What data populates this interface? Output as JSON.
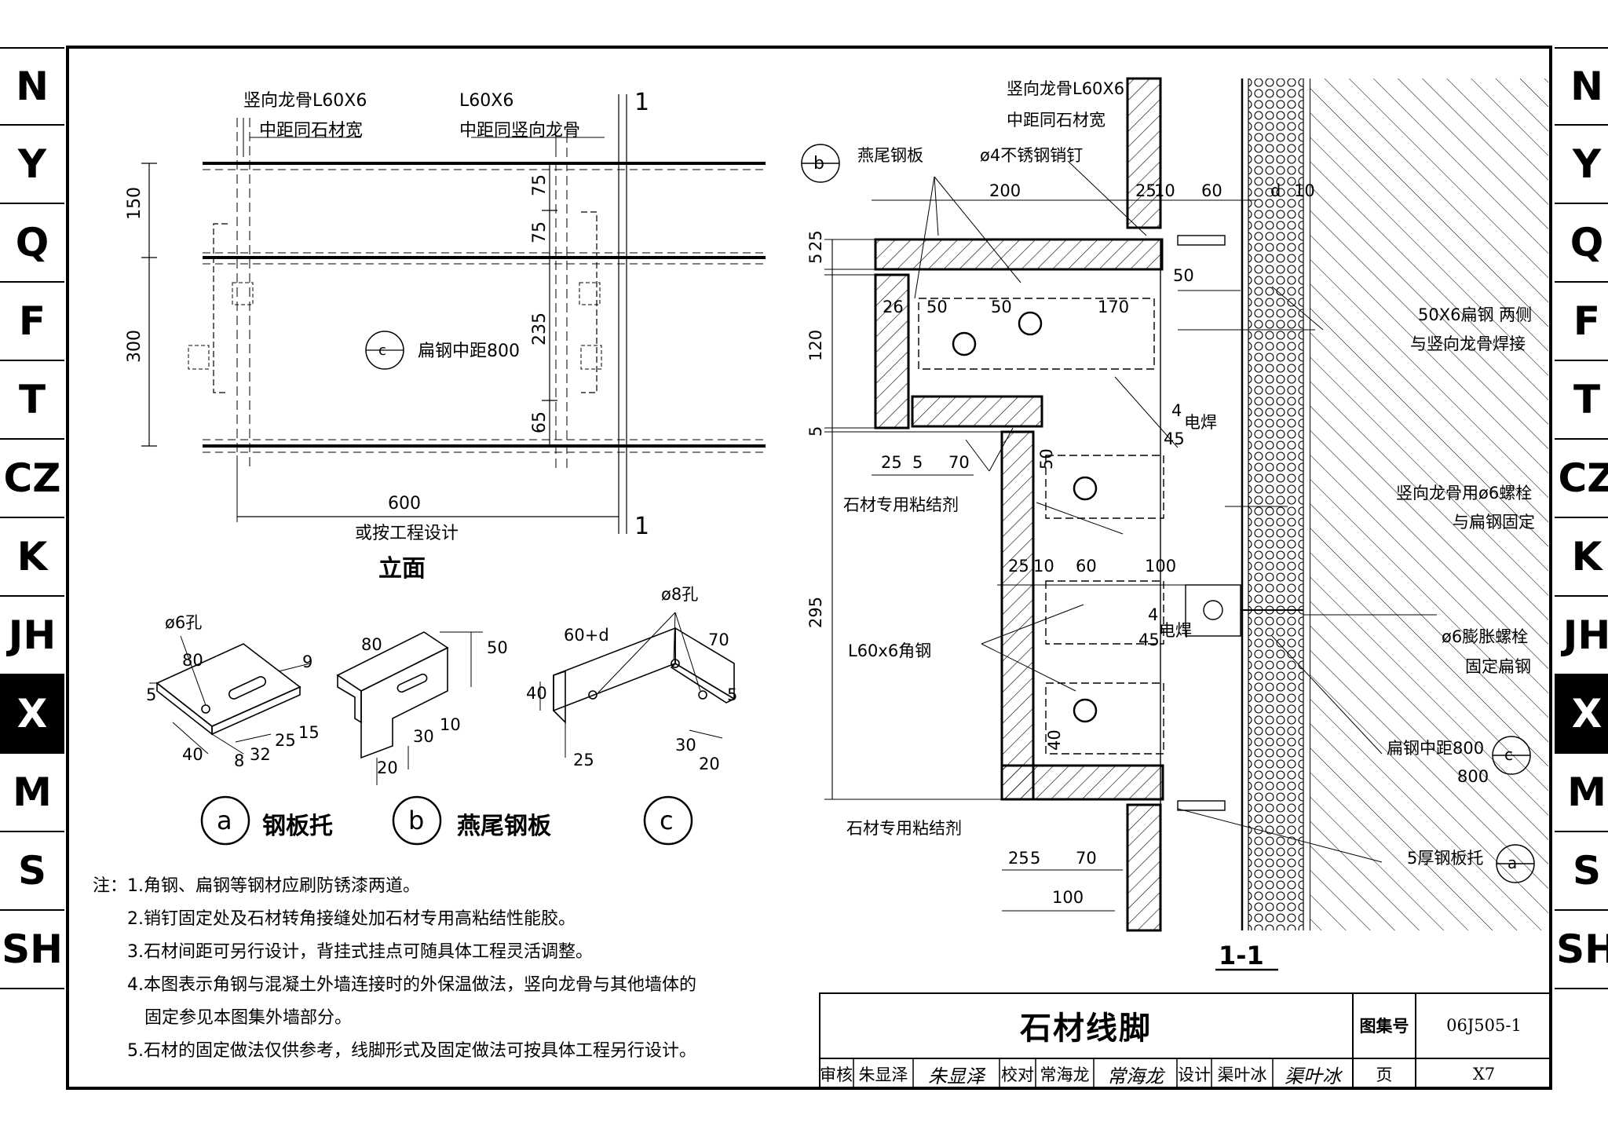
{
  "tabs": {
    "items": [
      "N",
      "Y",
      "Q",
      "F",
      "T",
      "CZ",
      "K",
      "JH",
      "X",
      "M",
      "S",
      "SH"
    ],
    "active": "X"
  },
  "elevation": {
    "label_top_1": "竖向龙骨L60X6",
    "label_top_2": "中距同石材宽",
    "label_top_3": "L60X6",
    "label_top_4": "中距同竖向龙骨",
    "dim_150": "150",
    "dim_300": "300",
    "dim_75a": "75",
    "dim_75b": "75",
    "dim_235": "235",
    "dim_65": "65",
    "dim_600": "600",
    "note_600": "或按工程设计",
    "flat_steel_spacing": "扁钢中距800",
    "callout_c": "c",
    "section_mark": "1",
    "title": "立面"
  },
  "details": {
    "a_hole": "ø6孔",
    "a_80": "80",
    "a_9": "9",
    "a_5": "5",
    "a_40": "40",
    "a_8": "8",
    "a_32": "32",
    "a_25": "25",
    "a_15": "15",
    "b_80": "80",
    "b_50": "50",
    "b_30": "30",
    "b_10": "10",
    "b_20": "20",
    "c_hole": "ø8孔",
    "c_60d": "60+d",
    "c_70": "70",
    "c_40": "40",
    "c_5": "5",
    "c_25": "25",
    "c_30": "30",
    "c_20": "20",
    "label_a": "a",
    "label_b": "b",
    "label_c": "c",
    "name_a": "钢板托",
    "name_b": "燕尾钢板"
  },
  "section": {
    "top_label_1": "竖向龙骨L60X6",
    "top_label_2": "中距同石材宽",
    "callout_b": "b",
    "dovetail": "燕尾钢板",
    "pin": "ø4不锈钢销钉",
    "d200": "200",
    "d25": "25",
    "d10": "10",
    "d60": "60",
    "dd": "d",
    "d10b": "10",
    "d5a": "5",
    "d25b": "25",
    "d50": "50",
    "d26": "26",
    "d50b": "50",
    "d50c": "50",
    "d170": "170",
    "d120": "120",
    "d5b": "5",
    "weld1": "电焊",
    "weld_4a": "4",
    "weld_45a": "45",
    "flat_steel": "50X6扁钢 两侧",
    "flat_steel_2": "与竖向龙骨焊接",
    "d25c": "25",
    "d5c": "5",
    "d70": "70",
    "d50d": "50",
    "adhesive1": "石材专用粘结剂",
    "bolt1": "竖向龙骨用ø6螺栓",
    "bolt2": "与扁钢固定",
    "d295": "295",
    "d25d": "25",
    "d10c": "10",
    "d60b": "60",
    "d100": "100",
    "angle": "L60x6角钢",
    "weld2": "电焊",
    "weld_4b": "4",
    "weld_45b": "45",
    "exp1": "ø6膨胀螺栓",
    "exp2": "固定扁钢",
    "d40": "40",
    "spacing": "扁钢中距800",
    "d800": "800",
    "callout_c": "c",
    "adhesive2": "石材专用粘结剂",
    "plate": "5厚钢板托",
    "callout_a": "a",
    "d25e": "25",
    "d5d": "5",
    "d70b": "70",
    "d100b": "100",
    "title": "1-1"
  },
  "notes": [
    "注：1.角钢、扁钢等钢材应刷防锈漆两道。",
    "2.销钉固定处及石材转角接缝处加石材专用高粘结性能胶。",
    "3.石材间距可另行设计，背挂式挂点可随具体工程灵活调整。",
    "4.本图表示角钢与混凝土外墙连接时的外保温做法，竖向龙骨与其他墙体的",
    "固定参见本图集外墙部分。",
    "5.石材的固定做法仅供参考，线脚形式及固定做法可按具体工程另行设计。"
  ],
  "titleblock": {
    "title": "石材线脚",
    "atlas_label": "图集号",
    "atlas_value": "06J505-1",
    "page_label": "页",
    "page_value": "X7",
    "review_label": "审核",
    "reviewer": "朱显泽",
    "reviewer_sig": "朱显泽",
    "check_label": "校对",
    "checker": "常海龙",
    "checker_sig": "常海龙",
    "design_label": "设计",
    "designer": "渠叶冰",
    "designer_sig": "渠叶冰"
  }
}
